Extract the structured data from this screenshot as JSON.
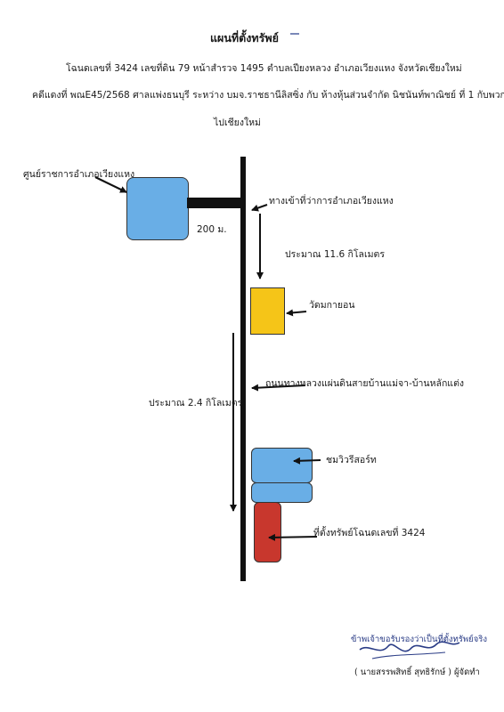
{
  "document": {
    "title": "แผนที่ตั้งทรัพย์",
    "deed_line": "โฉนดเลขที่   3424 เลขที่ดิน 79 หน้าสำรวจ 1495  ตำบลเปียงหลวง อำเภอเวียงแหง  จังหวัดเชียงใหม่",
    "case_line": "คดีแดงที่ พณE45/2568 ศาลแพ่งธนบุรี ระหว่าง บมจ.ราชธานีลิสซิ่ง กับ  ห้างหุ้นส่วนจำกัด นิชนันท์พาณิชย์ ที่ 1 กับพวก",
    "case_line_2": "ไปเชียงใหม่"
  },
  "map": {
    "district_office": "ศูนย์ราชการอำเภอเวียงแหง",
    "entrance": "ทางเข้าที่ว่าการอำเภอเวียงแหง",
    "distance_200": "200 ม.",
    "distance_11_6": "ประมาณ 11.6 กิโลเมตร",
    "temple": "วัดมกายอน",
    "road": "ถนนทางหลวงแผ่นดินสายบ้านแม่จา-บ้านหลักแต่ง",
    "distance_2_4": "ประมาณ 2.4 กิโลเมตร",
    "resort": "ชมวิวรีสอร์ท",
    "property": "ที่ตั้งทรัพย์โฉนดเลขที่ 3424"
  },
  "signature": {
    "certify": "ข้าพเจ้าขอรับรองว่าเป็นที่ตั้งทรัพย์จริง",
    "name": "( นายสรรพสิทธิ์  สุทธิรักษ์ ) ผู้จัดทำ"
  },
  "colors": {
    "blue_box": "#69aee6",
    "yellow_box": "#f5c518",
    "red_box": "#c8372d",
    "road": "#111111"
  }
}
